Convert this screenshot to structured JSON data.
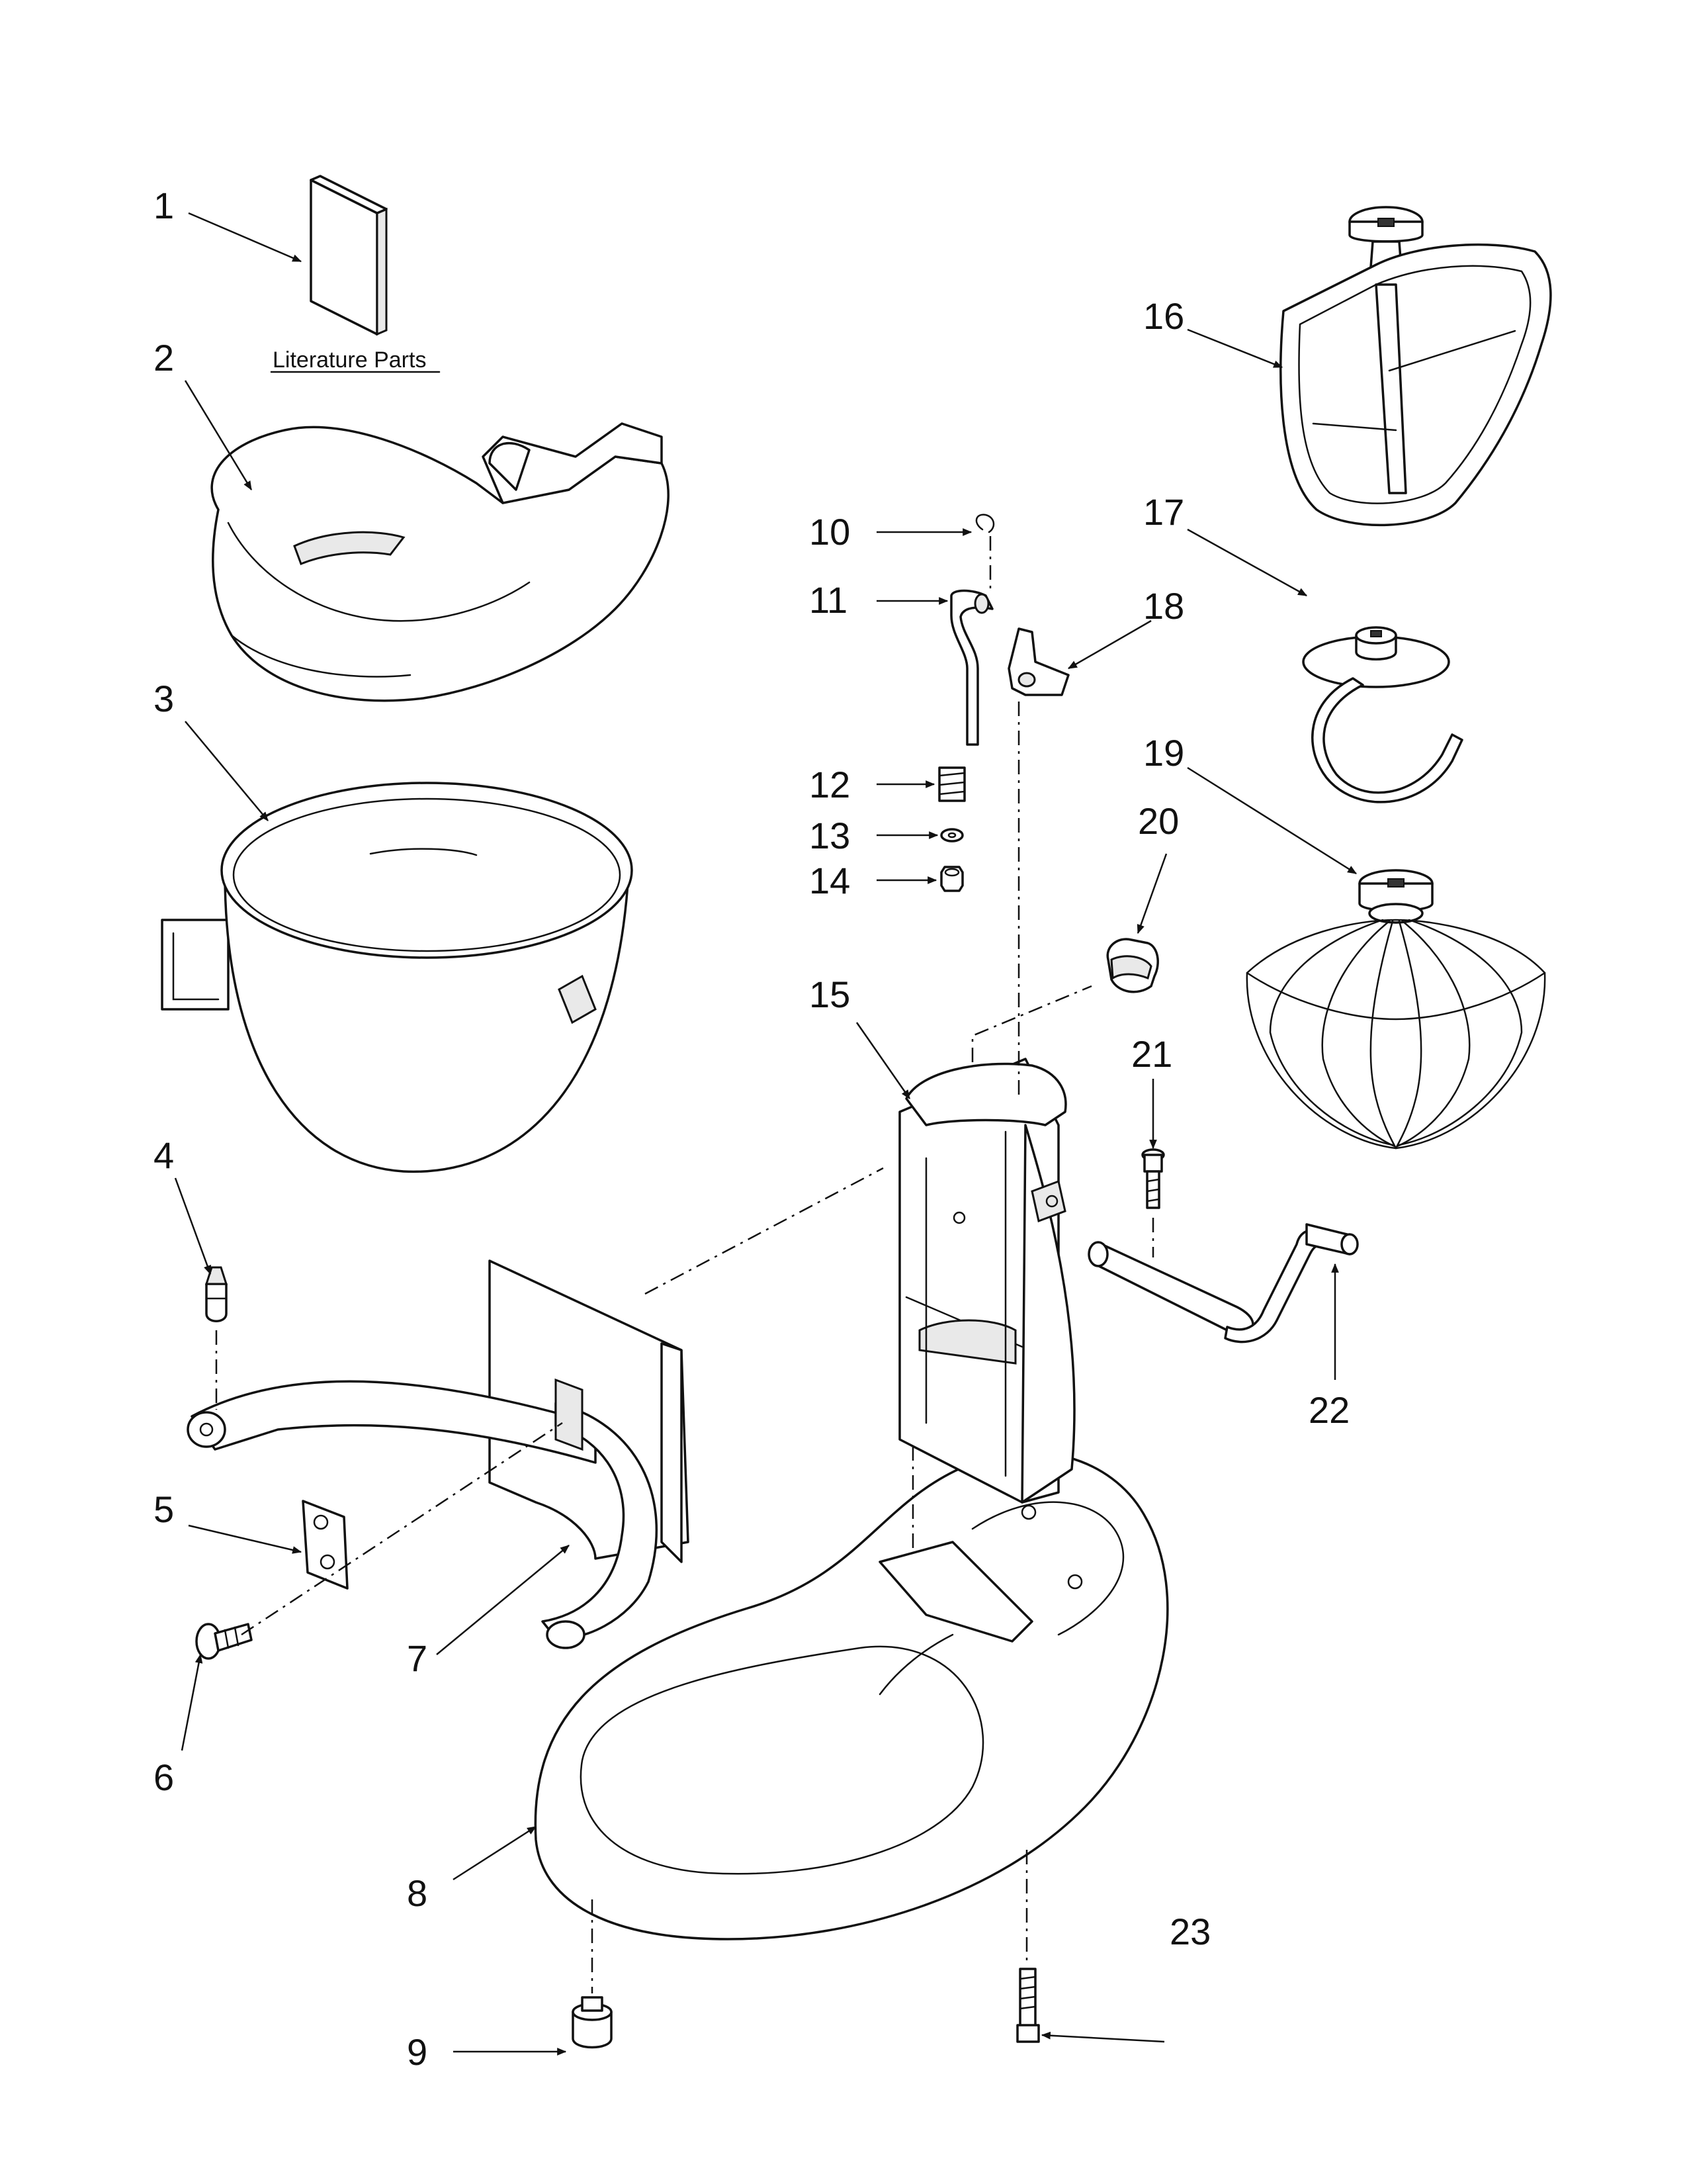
{
  "literature_label": "Literature Parts",
  "callouts": [
    "1",
    "2",
    "3",
    "4",
    "5",
    "6",
    "7",
    "8",
    "9",
    "10",
    "11",
    "12",
    "13",
    "14",
    "15",
    "16",
    "17",
    "18",
    "19",
    "20",
    "21",
    "22",
    "23"
  ]
}
